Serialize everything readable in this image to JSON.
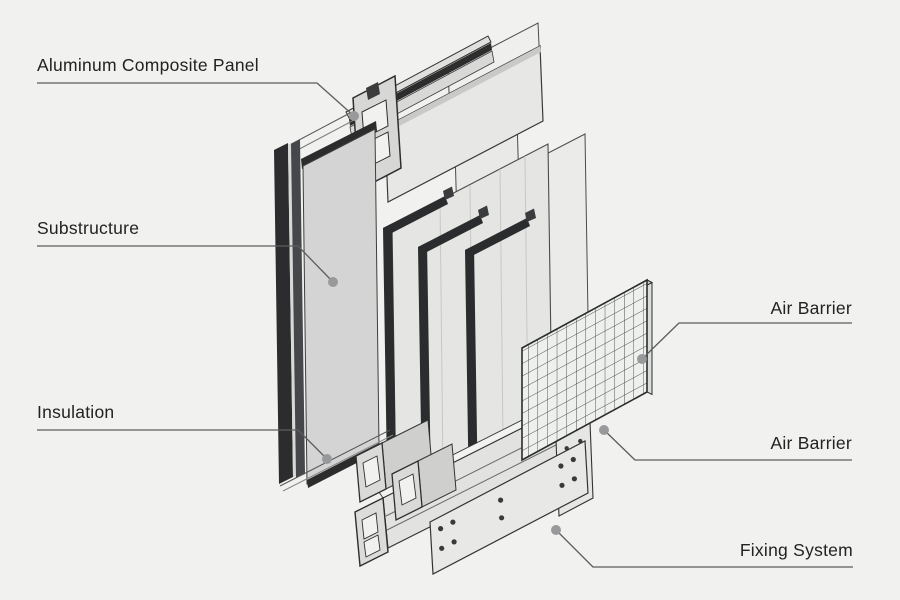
{
  "diagram": {
    "type": "exploded-isometric-assembly",
    "callouts": [
      {
        "id": "aluminum-composite-panel",
        "label": "Aluminum Composite Panel",
        "side": "left"
      },
      {
        "id": "substructure",
        "label": "Substructure",
        "side": "left"
      },
      {
        "id": "insulation",
        "label": "Insulation",
        "side": "left"
      },
      {
        "id": "air-barrier-upper",
        "label": "Air Barrier",
        "side": "right"
      },
      {
        "id": "air-barrier-lower",
        "label": "Air Barrier",
        "side": "right"
      },
      {
        "id": "fixing-system",
        "label": "Fixing System",
        "side": "right"
      }
    ]
  },
  "colors": {
    "background": "#f1f1f0",
    "line_art": "#2e2e2e",
    "frame_dark": "#2a2c2d",
    "panel_light": "#e9eae8",
    "panel_mid": "#d3d4d3",
    "leader_line": "#5d5d5d",
    "leader_dot": "#97999b",
    "label_text": "#222222"
  }
}
